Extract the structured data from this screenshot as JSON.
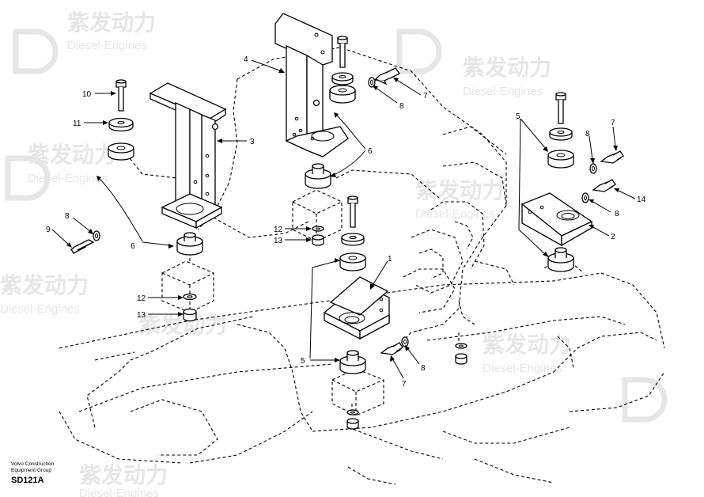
{
  "watermark": {
    "cn": "紫发动力",
    "en": "Diesel-Engines"
  },
  "callouts": {
    "c1": "1",
    "c2": "2",
    "c3": "3",
    "c4": "4",
    "c5a": "5",
    "c5b": "5",
    "c6a": "6",
    "c6b": "6",
    "c7a": "7",
    "c7b": "7",
    "c7c": "7",
    "c8a": "8",
    "c8b": "8",
    "c8c": "8",
    "c8d": "8",
    "c8e": "8",
    "c9": "9",
    "c10": "10",
    "c11": "11",
    "c12a": "12",
    "c12b": "12",
    "c13a": "13",
    "c13b": "13",
    "c14": "14"
  },
  "footer": {
    "brand_line1": "Volvo Construction",
    "brand_line2": "Equipment Group",
    "code": "SD121A"
  }
}
